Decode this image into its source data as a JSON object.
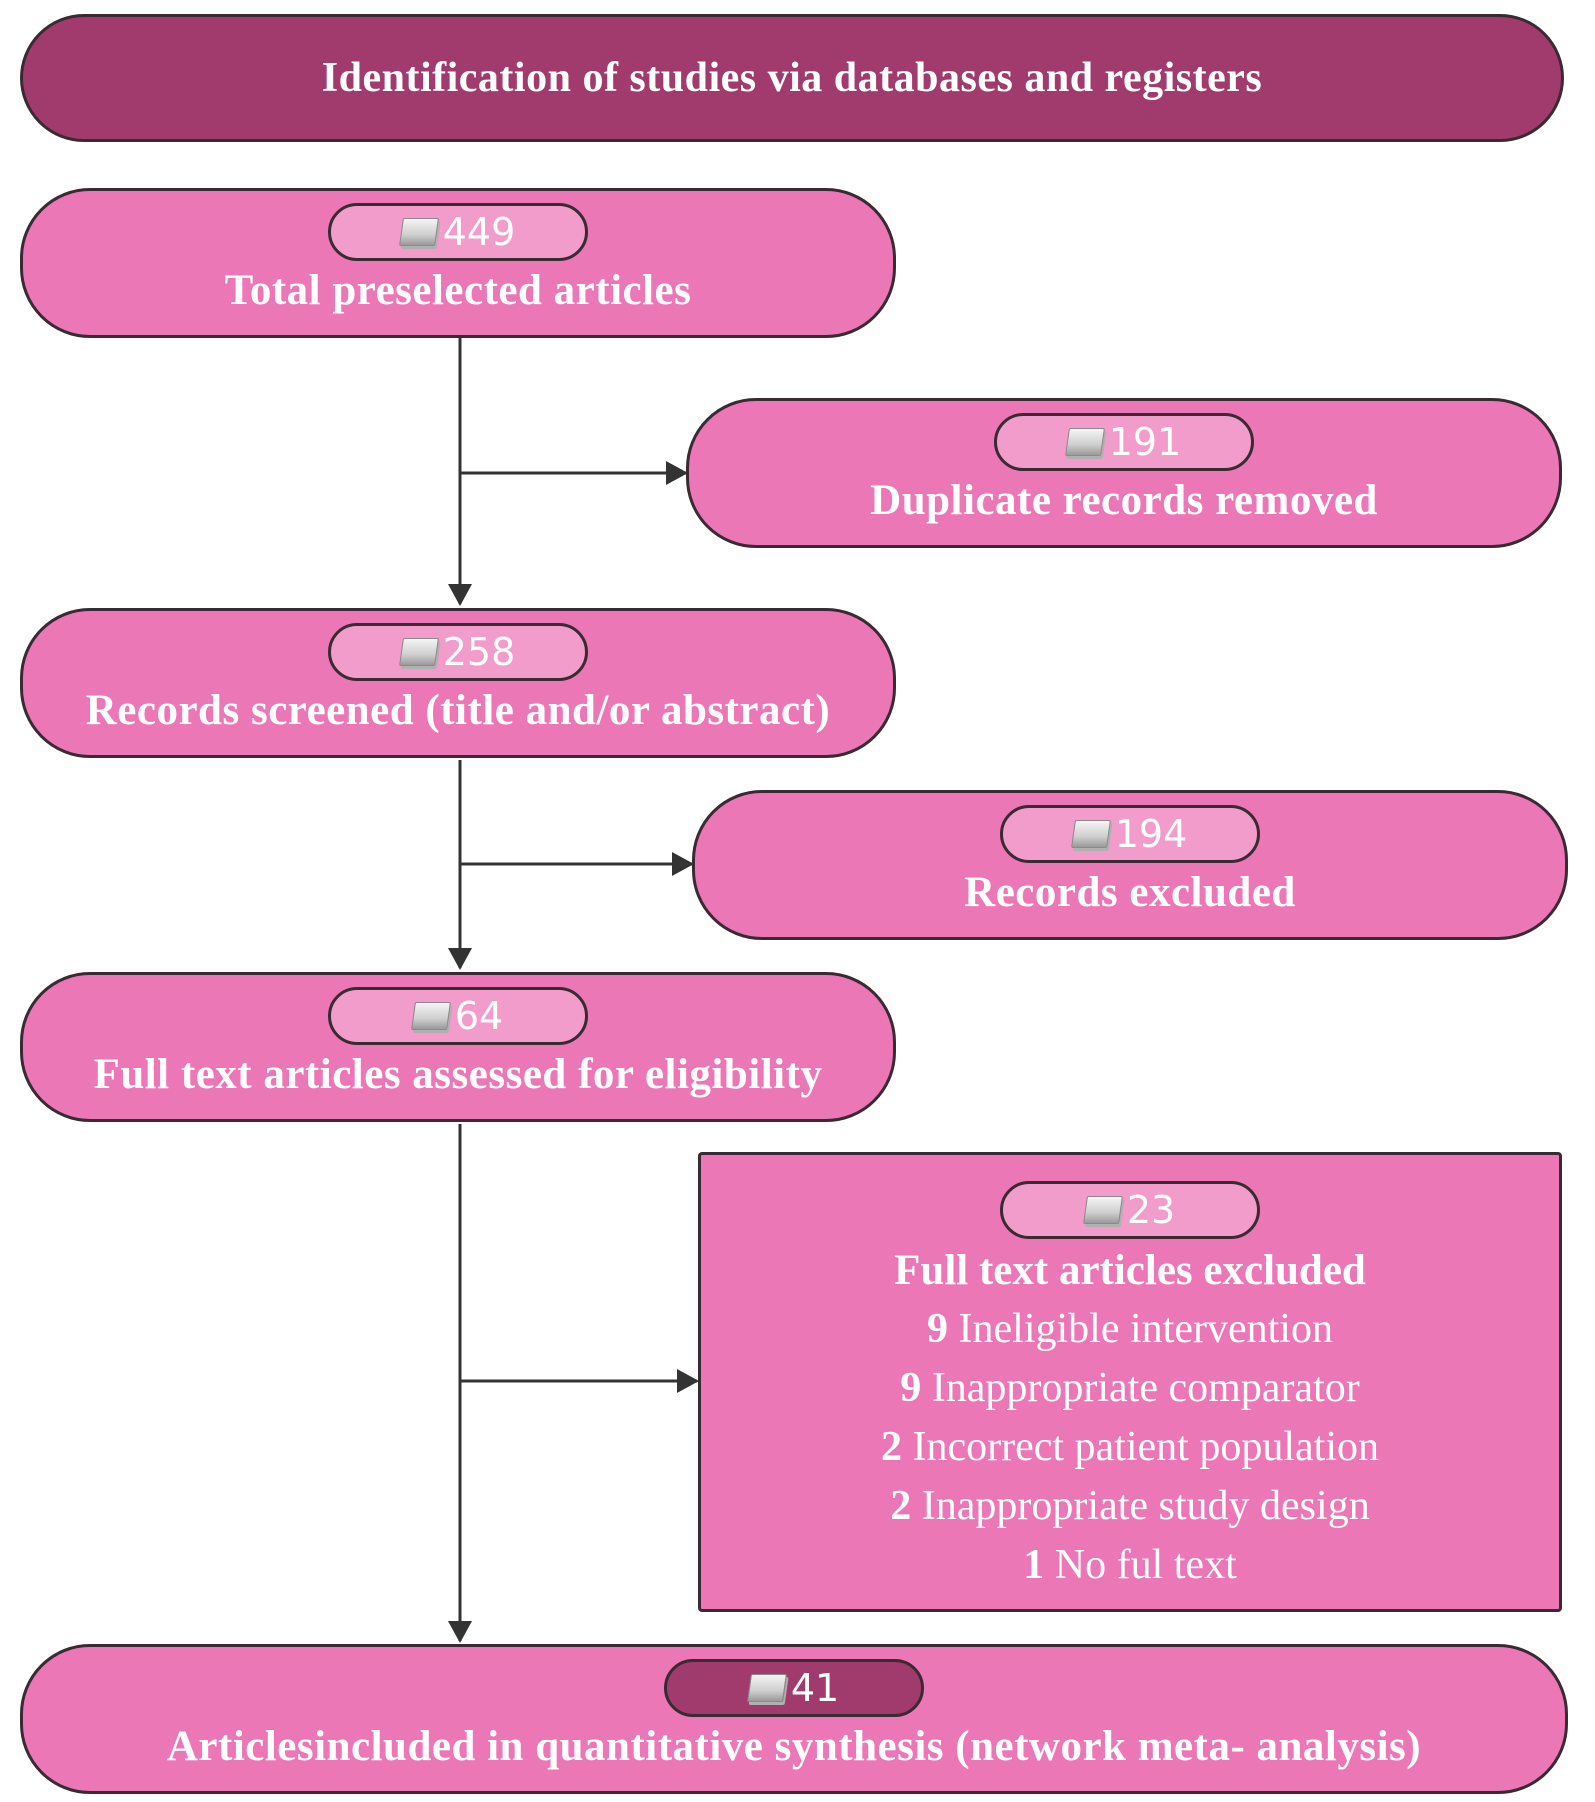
{
  "header": {
    "title": "Identification of studies via databases and registers"
  },
  "nodes": {
    "preselected": {
      "count": "449",
      "label": "Total preselected articles"
    },
    "duplicates": {
      "count": "191",
      "label": "Duplicate records removed"
    },
    "screened": {
      "count": "258",
      "label": "Records screened (title and/or abstract)"
    },
    "excluded": {
      "count": "194",
      "label": "Records excluded"
    },
    "fulltext": {
      "count": "64",
      "label": "Full text articles assessed for eligibility"
    },
    "fulltext_excluded": {
      "count": "23",
      "label": "Full text articles excluded",
      "reasons": [
        {
          "n": "9",
          "text": "Ineligible intervention"
        },
        {
          "n": "9",
          "text": "Inappropriate comparator"
        },
        {
          "n": "2",
          "text": "Incorrect patient population"
        },
        {
          "n": "2",
          "text": "Inappropriate study design"
        },
        {
          "n": "1",
          "text": "No ful text"
        }
      ]
    },
    "included": {
      "count": "41",
      "label": "Articlesincluded in quantitative synthesis (network meta- analysis)"
    }
  },
  "icons": {
    "badge": "book-icon"
  },
  "colors": {
    "box_fill": "#ec77b6",
    "header_fill": "#a13a6d",
    "badge_fill": "#f29ccb",
    "border": "#3a2a33"
  }
}
